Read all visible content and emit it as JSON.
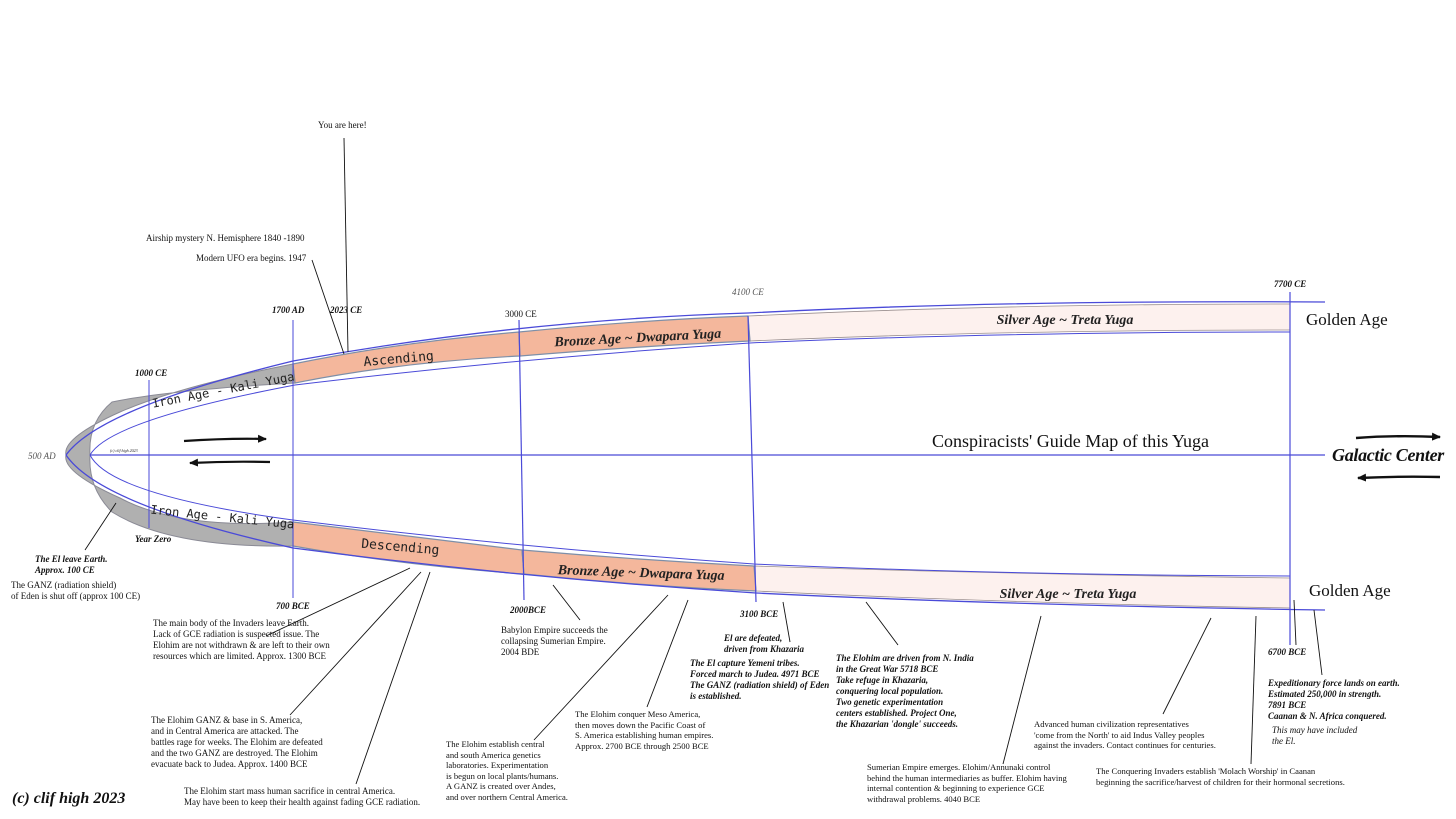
{
  "title": "Conspiracists' Guide Map of this Yuga",
  "copyright": "(c) clif high 2023",
  "signature": "(c) clif high 2023",
  "galactic_center": "Galactic Center",
  "colors": {
    "frame": "#4a4ad8",
    "iron": "#b0b0b0",
    "salmon": "#f4b79c",
    "pale": "#fdf1ee",
    "grey_text": "#333333"
  },
  "bands": {
    "upper": {
      "iron": "Iron Age - Kali Yuga",
      "ascending": "Ascending",
      "bronze": "Bronze  Age ~ Dwapara Yuga",
      "silver": "Silver Age ~ Treta Yuga",
      "golden": "Golden Age"
    },
    "lower": {
      "iron": "Iron Age - Kali Yuga",
      "descending": "Descending",
      "bronze": "Bronze  Age ~ Dwapara Yuga",
      "silver": "Silver Age ~ Treta Yuga",
      "golden": "Golden Age"
    }
  },
  "dates": {
    "d500": "500 AD",
    "d1000": "1000 CE",
    "d1700": "1700 AD",
    "d2023": "2023 CE",
    "d3000": "3000 CE",
    "d4100": "4100 CE",
    "d7700": "7700 CE",
    "d700": "700 BCE",
    "d2000": "2000BCE",
    "d3100": "3100 BCE",
    "d6700": "6700 BCE",
    "yearzero": "Year Zero"
  },
  "notes": {
    "you_are_here": "You are here!",
    "airship": "Airship  mystery N. Hemisphere 1840 -1890",
    "ufo": "Modern UFO era begins. 1947",
    "el_leave": "The El leave Earth.\nApprox. 100 CE",
    "ganz_off": "The GANZ (radiation shield)\nof Eden is shut off (approx 100 CE)",
    "invaders_leave": "The main body of the Invaders leave Earth.\nLack of GCE radiation is suspected issue. The\nElohim are not withdrawn & are left to their own\nresources which are limited. Approx. 1300 BCE",
    "ganz_attacked": "The Elohim GANZ & base in S. America,\nand in Central America are attacked. The\nbattles rage for weeks. The Elohim are defeated\nand the two GANZ are destroyed. The Elohim\nevacuate back to Judea.  Approx. 1400 BCE",
    "sacrifice": "The Elohim start mass human sacrifice in central America.\nMay have been to keep their health against fading GCE radiation.",
    "babylon": "Babylon Empire succeeds the\ncollapsing Sumerian Empire.\n2004 BDE",
    "genetics": "The Elohim establish central\nand south America genetics\nlaboratories. Experimentation\nis begun on local plants/humans.\nA GANZ is created over Andes,\nand over northern Central America.",
    "meso": "The Elohim conquer Meso America,\nthen moves down the Pacific Coast of\nS. America establishing human empires.\nApprox. 2700 BCE through 2500 BCE",
    "yemeni": "The El capture Yemeni tribes.\nForced march to Judea.  4971 BCE\nThe GANZ (radiation shield) of Eden\nis established.",
    "el_defeated": "El are defeated,\ndriven from Khazaria",
    "elohim_india": "The Elohim are driven from N. India\nin the Great War 5718 BCE\nTake refuge in Khazaria,\nconquering local population.\nTwo genetic experimentation\ncenters established. Project One,\nthe Khazarian 'dongle' succeeds.",
    "sumerian": "Sumerian Empire emerges. Elohim/Annunaki control\nbehind the human intermediaries as buffer. Elohim having\ninternal contention & beginning to experience GCE\nwithdrawal problems. 4040 BCE",
    "indus": "Advanced human civilization representatives\n'come from the North' to aid Indus Valley peoples\nagainst the invaders. Contact continues for centuries.",
    "molach": "The Conquering Invaders  establish 'Molach Worship' in Caanan\nbeginning the sacrifice/harvest of children for their hormonal secretions.",
    "expedition": "Expeditionary force lands on earth.\nEstimated 250,000 in strength.\n7891 BCE\nCaanan & N. Africa conquered.",
    "may_include": "This may have included\n  the El."
  }
}
